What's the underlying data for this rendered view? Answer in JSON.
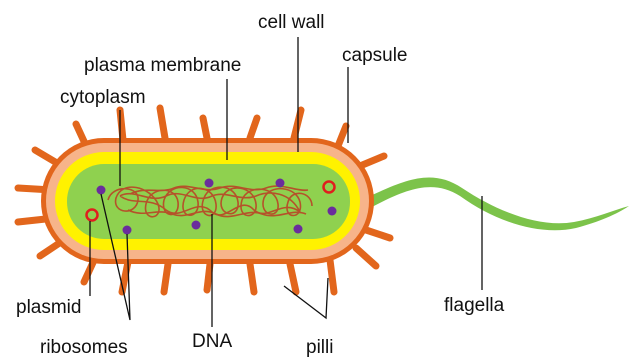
{
  "diagram": {
    "labels": {
      "cell_wall": "cell wall",
      "capsule": "capsule",
      "plasma_membrane": "plasma membrane",
      "cytoplasm": "cytoplasm",
      "plasmid": "plasmid",
      "ribosomes": "ribosomes",
      "dna": "DNA",
      "pilli": "pilli",
      "flagella": "flagella"
    },
    "colors": {
      "capsule": "#e2661c",
      "cell_wall": "#f7b48a",
      "plasma_membrane": "#fff200",
      "cytoplasm": "#8fd14f",
      "pili": "#e2661c",
      "flagellum": "#7cc34a",
      "dna": "#b5522a",
      "ribosome": "#6a2d9c",
      "plasmid": "#e01e1e",
      "leader_line": "#111111"
    }
  }
}
